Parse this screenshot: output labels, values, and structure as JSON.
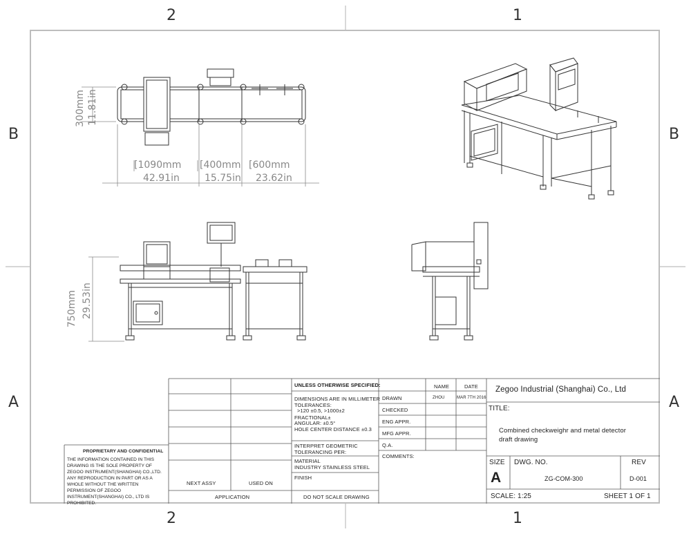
{
  "zones": {
    "top_left": "2",
    "top_right": "1",
    "bottom_left": "2",
    "bottom_right": "1",
    "left_upper": "B",
    "left_lower": "A",
    "right_upper": "B",
    "right_lower": "A"
  },
  "dimensions": {
    "top_width_mm": "300mm",
    "top_width_in": "11.81in",
    "seg1_mm": "1090mm",
    "seg1_in": "42.91in",
    "seg2_mm": "400mm",
    "seg2_in": "15.75in",
    "seg3_mm": "600mm",
    "seg3_in": "23.62in",
    "height_mm": "750mm",
    "height_in": "29.53in"
  },
  "title_block": {
    "unless": "UNLESS OTHERWISE SPECIFIED:",
    "dims_mm": "DIMENSIONS ARE IN MILLIMETER",
    "tolerances": "TOLERANCES:",
    "tol_values": ">120 ±0.5, >1000±2",
    "fractional": "FRACTIONAL±",
    "angular": "ANGULAR: ±0.5°",
    "hole_center": "HOLE CENTER DISTANCE ±0.3",
    "interpret": "INTERPRET GEOMETRIC",
    "tolerancing": "TOLERANCING PER:",
    "material_label": "MATERIAL",
    "material_value": "INDUSTRY STAINLESS STEEL",
    "finish": "FINISH",
    "do_not_scale": "DO NOT SCALE DRAWING",
    "next_assy": "NEXT ASSY",
    "used_on": "USED ON",
    "application": "APPLICATION",
    "name_header": "NAME",
    "date_header": "DATE",
    "drawn": "DRAWN",
    "drawn_name": "ZHOU",
    "drawn_date": "MAR 7TH 2016",
    "checked": "CHECKED",
    "eng_appr": "ENG APPR.",
    "mfg_appr": "MFG APPR.",
    "qa": "Q.A.",
    "comments": "COMMENTS:",
    "company": "Zegoo Industrial (Shanghai) Co., Ltd",
    "title_label": "TITLE:",
    "title_line1": "Combined checkweighr and metal detector",
    "title_line2": "draft drawing",
    "size_label": "SIZE",
    "size_value": "A",
    "dwg_no_label": "DWG.  NO.",
    "dwg_no": "ZG-COM-300",
    "rev_label": "REV",
    "rev": "D-001",
    "scale": "SCALE: 1:25",
    "sheet": "SHEET 1 OF 1"
  },
  "proprietary": {
    "heading": "PROPRIETARY AND CONFIDENTIAL",
    "body": "THE INFORMATION CONTAINED IN THIS DRAWING IS THE SOLE PROPERTY OF ZEGOO INSTRUMENT(SHANGHAI) CO.,LTD. ANY REPRODUCTION IN PART OR AS A WHOLE  WITHOUT THE WRITTEN PERMISSION OF ZEGOO INSTRUMENT(SHANGHAI) CO., LTD IS PROHIBITED."
  }
}
